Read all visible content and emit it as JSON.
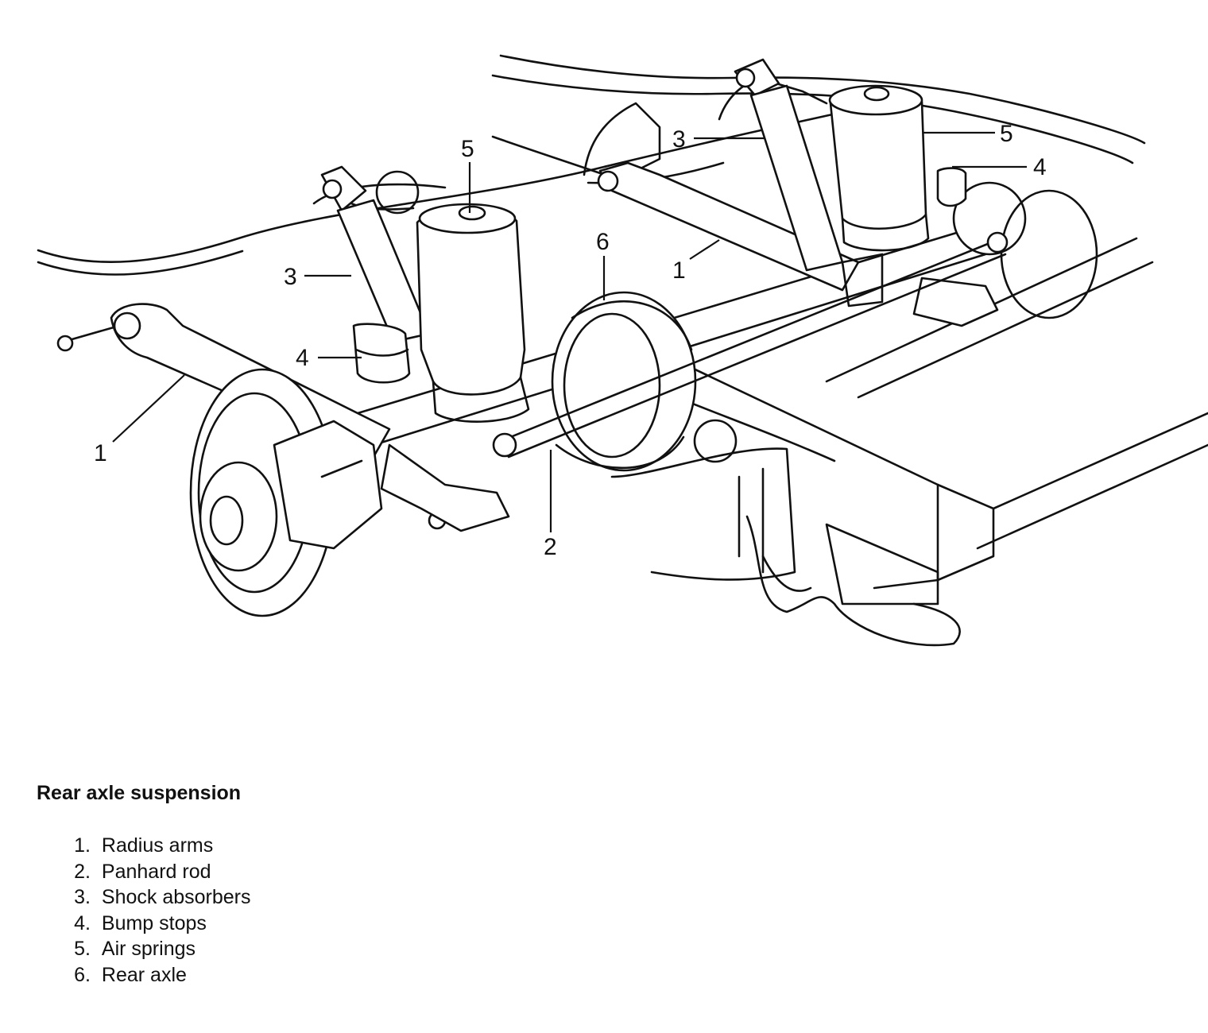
{
  "callouts": [
    "1",
    "2",
    "3",
    "4",
    "5",
    "6"
  ],
  "caption": "Rear axle suspension",
  "legend": [
    {
      "num": "1.",
      "label": "Radius arms"
    },
    {
      "num": "2.",
      "label": "Panhard rod"
    },
    {
      "num": "3.",
      "label": "Shock absorbers"
    },
    {
      "num": "4.",
      "label": "Bump stops"
    },
    {
      "num": "5.",
      "label": "Air springs"
    },
    {
      "num": "6.",
      "label": "Rear axle"
    }
  ]
}
